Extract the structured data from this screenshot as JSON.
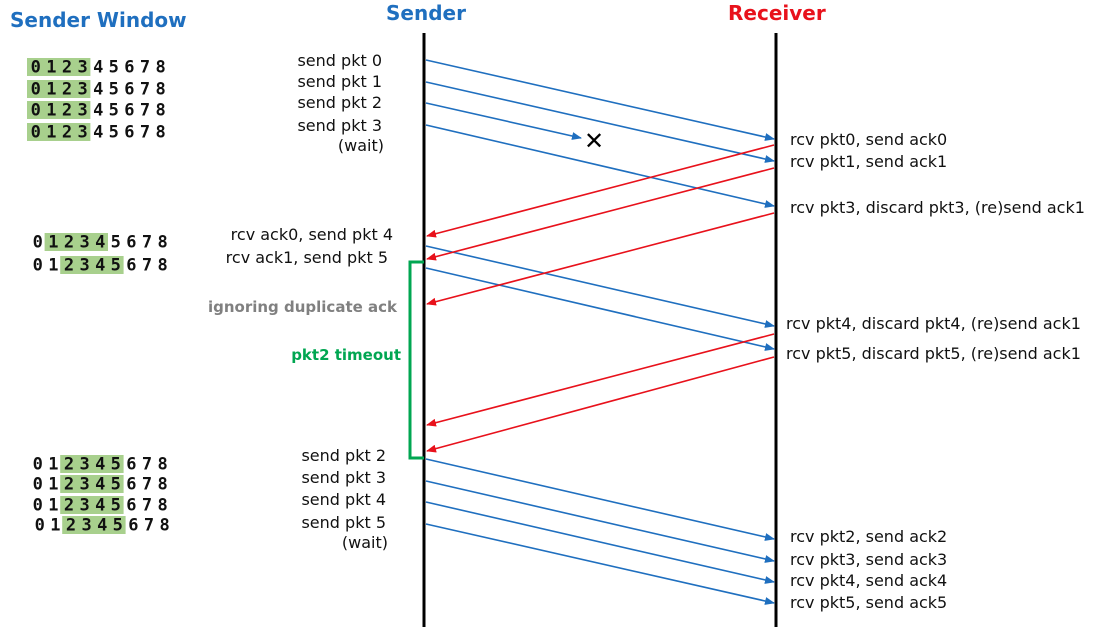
{
  "headers": {
    "sender_window": "Sender Window",
    "sender": "Sender",
    "receiver": "Receiver"
  },
  "colors": {
    "blue": "#1f6fbf",
    "red": "#e8111b",
    "green": "#00a651",
    "gray": "#808080",
    "window_highlight": "#a8d08d",
    "sender_title": "#1f6fbf",
    "receiver_title": "#e8111b"
  },
  "window_digits": [
    "0",
    "1",
    "2",
    "3",
    "4",
    "5",
    "6",
    "7",
    "8"
  ],
  "windows": [
    {
      "start": 0,
      "end": 3
    },
    {
      "start": 0,
      "end": 3
    },
    {
      "start": 0,
      "end": 3
    },
    {
      "start": 0,
      "end": 3
    },
    {
      "start": 1,
      "end": 4
    },
    {
      "start": 2,
      "end": 5
    },
    {
      "start": 2,
      "end": 5
    },
    {
      "start": 2,
      "end": 5
    },
    {
      "start": 2,
      "end": 5
    },
    {
      "start": 2,
      "end": 5
    }
  ],
  "sender_labels": [
    "send pkt 0",
    "send pkt 1",
    "send pkt 2",
    "send pkt 3",
    "(wait)",
    "rcv ack0, send pkt 4",
    "rcv ack1, send pkt 5",
    "send pkt 2",
    "send pkt 3",
    "send pkt 4",
    "send pkt 5",
    "(wait)"
  ],
  "receiver_labels": [
    "rcv pkt0, send ack0",
    "rcv pkt1, send ack1",
    "rcv pkt3, discard pkt3, (re)send ack1",
    "rcv pkt4, discard pkt4, (re)send ack1",
    "rcv pkt5, discard pkt5, (re)send ack1",
    "rcv pkt2, send ack2",
    "rcv pkt3, send ack3",
    "rcv pkt4, send ack4",
    "rcv pkt5, send ack5"
  ],
  "notes": {
    "ignoring": "ignoring duplicate ack",
    "timeout": "pkt2 timeout"
  },
  "lost_marker": "✕"
}
